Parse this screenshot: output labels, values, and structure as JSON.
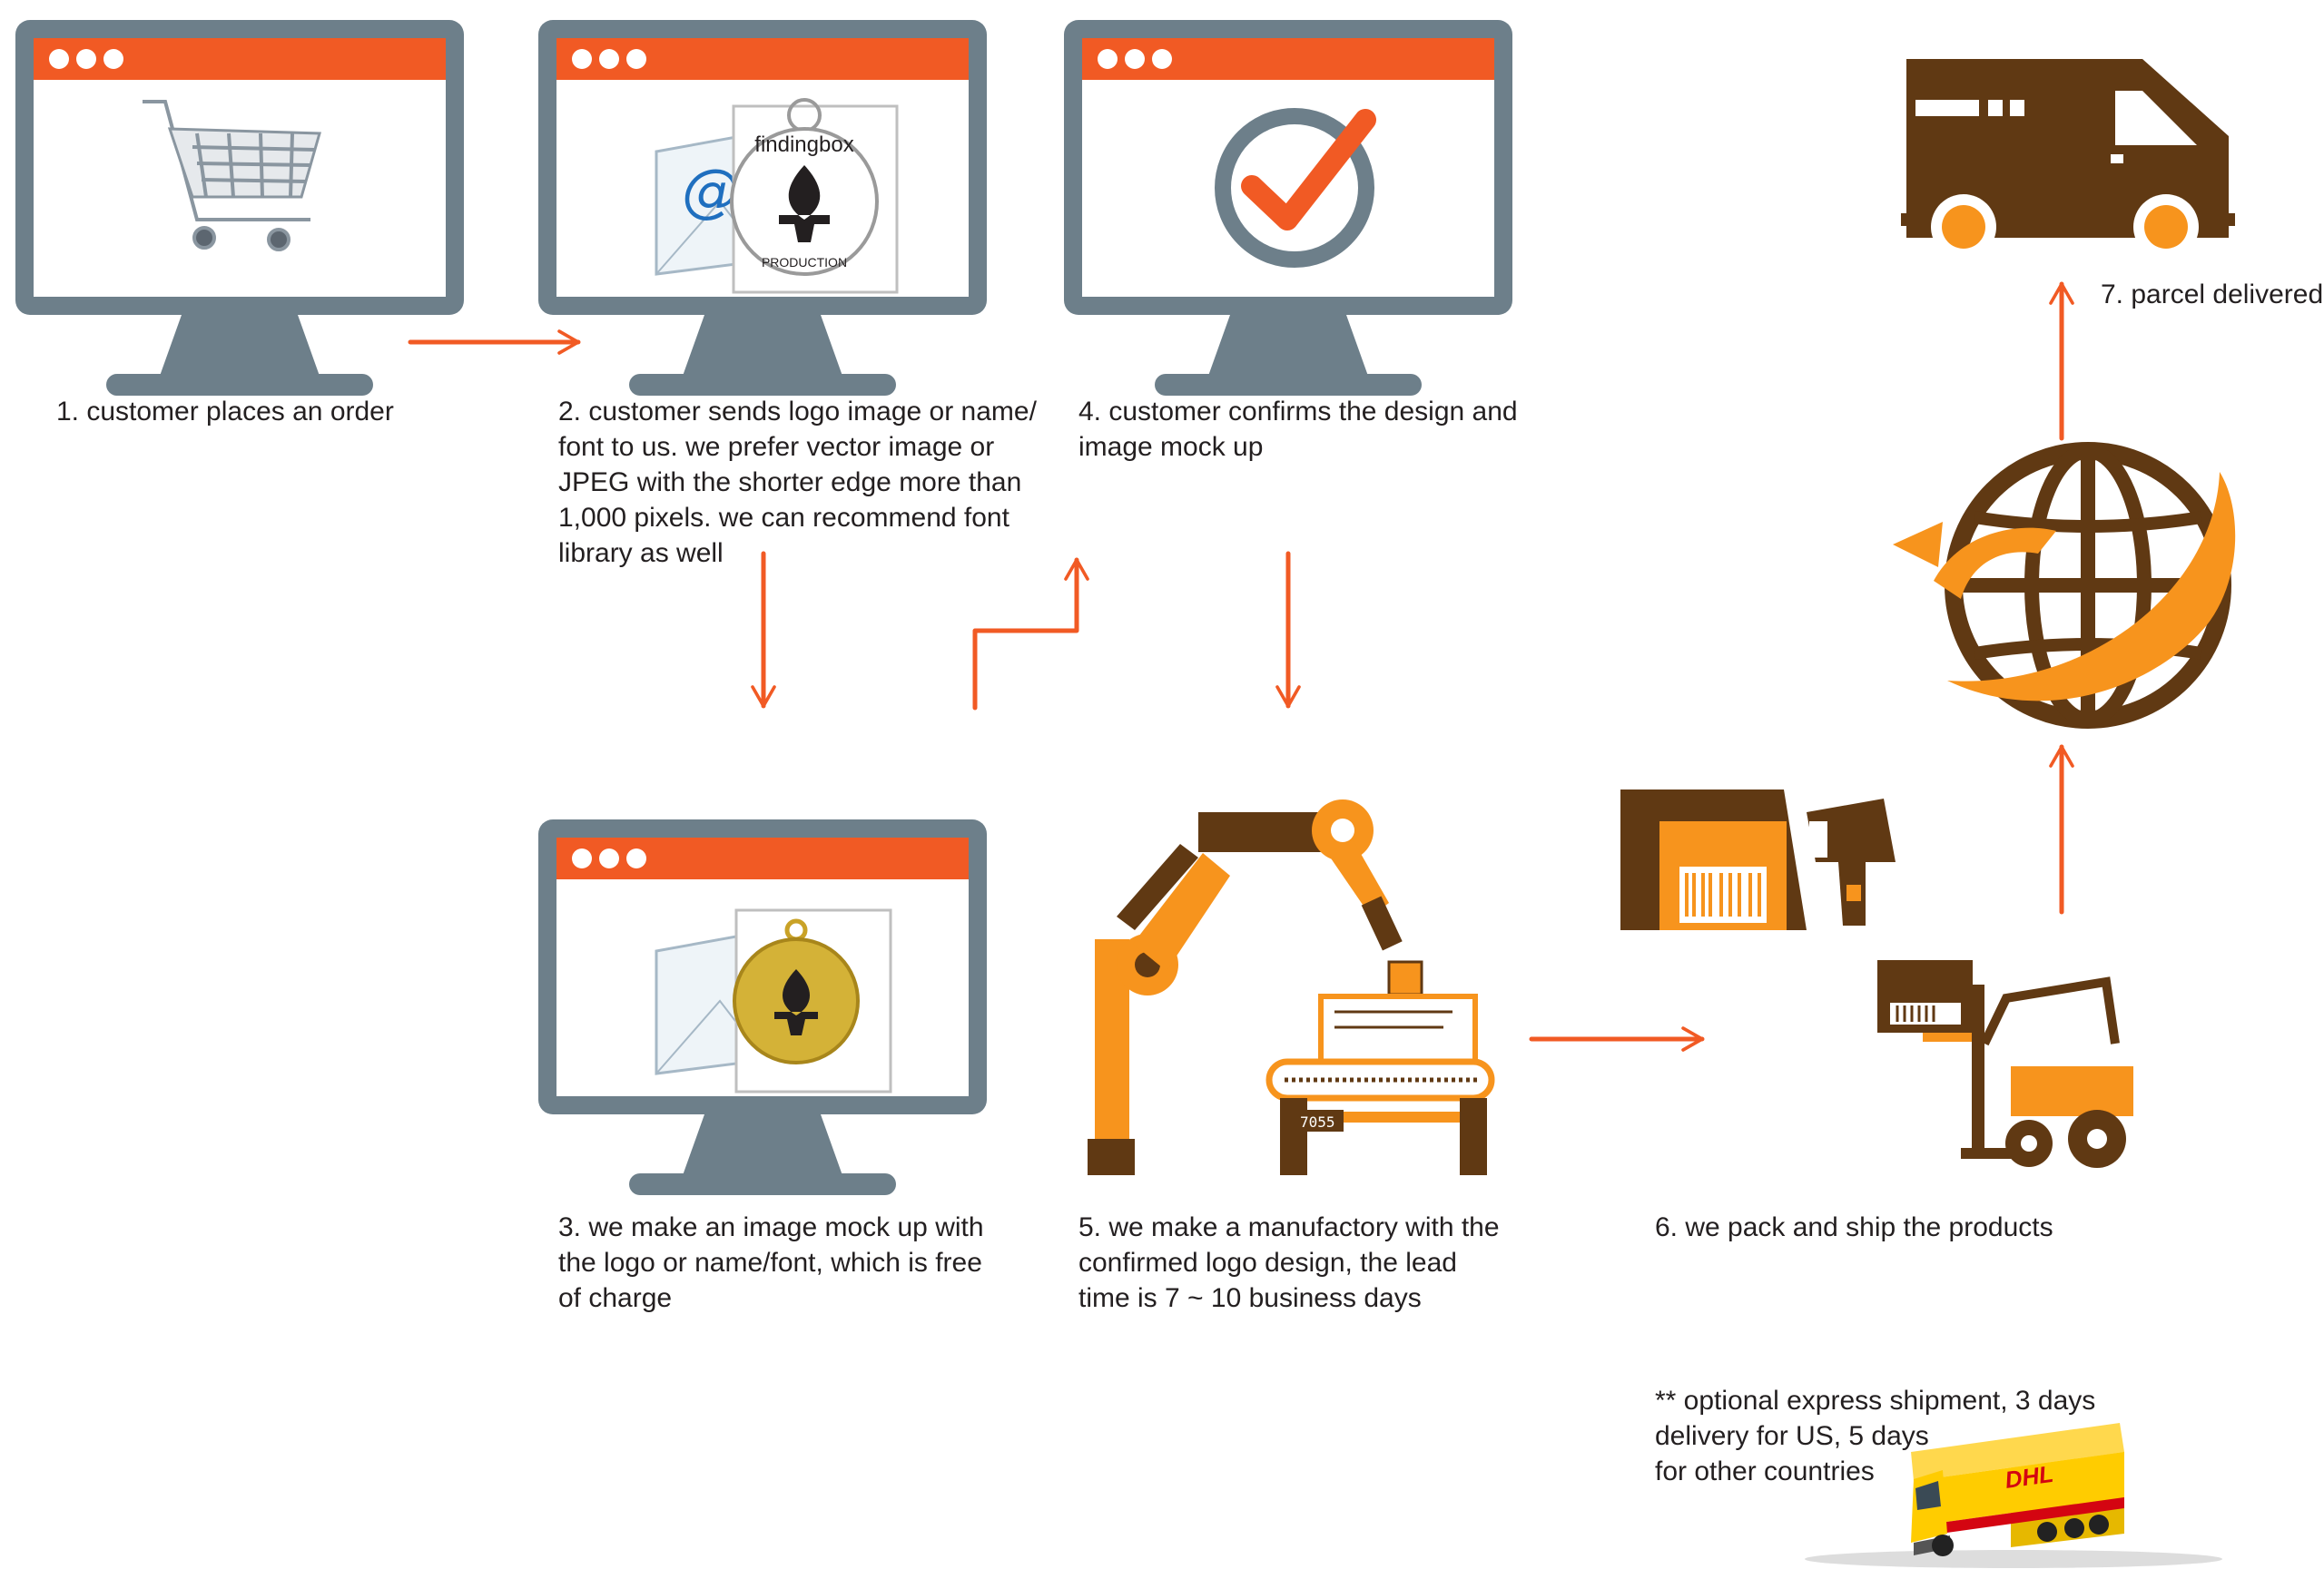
{
  "steps": {
    "step1": "1. customer places an order",
    "step2": "2. customer sends logo image or name/\nfont to us.  we prefer vector image or\nJPEG with the shorter edge more than\n1,000 pixels. we can recommend font\nlibrary as well",
    "step3": "3. we make an image mock up with\nthe logo or name/font, which is free\nof charge",
    "step4": "4. customer confirms the design and\nimage mock up",
    "step5": "5. we make a manufactory with the\nconfirmed logo design, the lead\ntime is 7 ~ 10 business days",
    "step6": "6. we pack and ship the products",
    "step7": "7. parcel delivered"
  },
  "note": "** optional express shipment, 3 days\ndelivery for US, 5 days\nfor other countries",
  "logos": {
    "pendant_line1": "findingbox",
    "pendant_line2": "PRODUCTION",
    "truck_brand": "DHL",
    "email_symbol": "@",
    "display_reading": "7055"
  },
  "icons": {
    "monitor": "desktop-monitor-icon",
    "cart": "shopping-cart-icon",
    "email": "email-envelope-icon",
    "check": "checkmark-icon",
    "robot": "robot-arm-icon",
    "scanner": "barcode-scanner-icon",
    "forklift": "forklift-icon",
    "globe": "globe-icon",
    "van": "delivery-van-icon",
    "truck": "dhl-truck-icon"
  },
  "colors": {
    "orange": "#f15a24",
    "icon_orange": "#f7941d",
    "brown": "#603913",
    "monitor_gray": "#6d7f8a",
    "text": "#231f20",
    "dhl_yellow": "#ffcc00",
    "dhl_red": "#d40511"
  }
}
